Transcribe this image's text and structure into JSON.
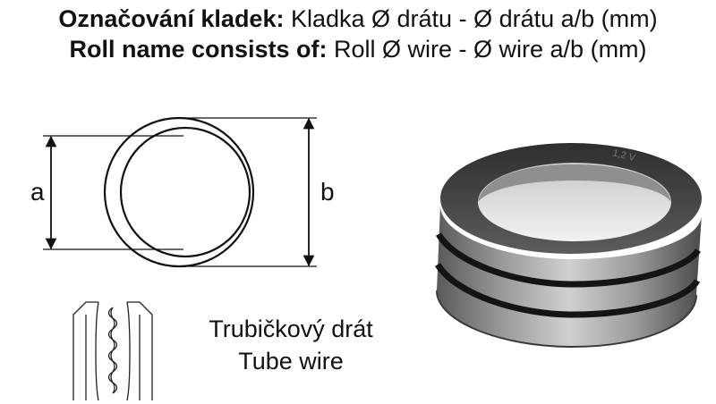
{
  "header": {
    "line1_bold": "Označování kladek:",
    "line1_text": " Kladka Ø drátu -  Ø drátu  a/b (mm)",
    "line2_bold": "Roll name consists of:",
    "line2_text": " Roll Ø wire - Ø wire  a/b (mm)"
  },
  "diagram": {
    "label_a": "a",
    "label_b": "b"
  },
  "roller_marking": "1,2 V",
  "caption": {
    "czech": "Trubičkový drát",
    "english": "Tube wire"
  },
  "colors": {
    "text": "#111111",
    "roller_dark": "#3c3c3c",
    "roller_light": "#b8b8b8"
  }
}
